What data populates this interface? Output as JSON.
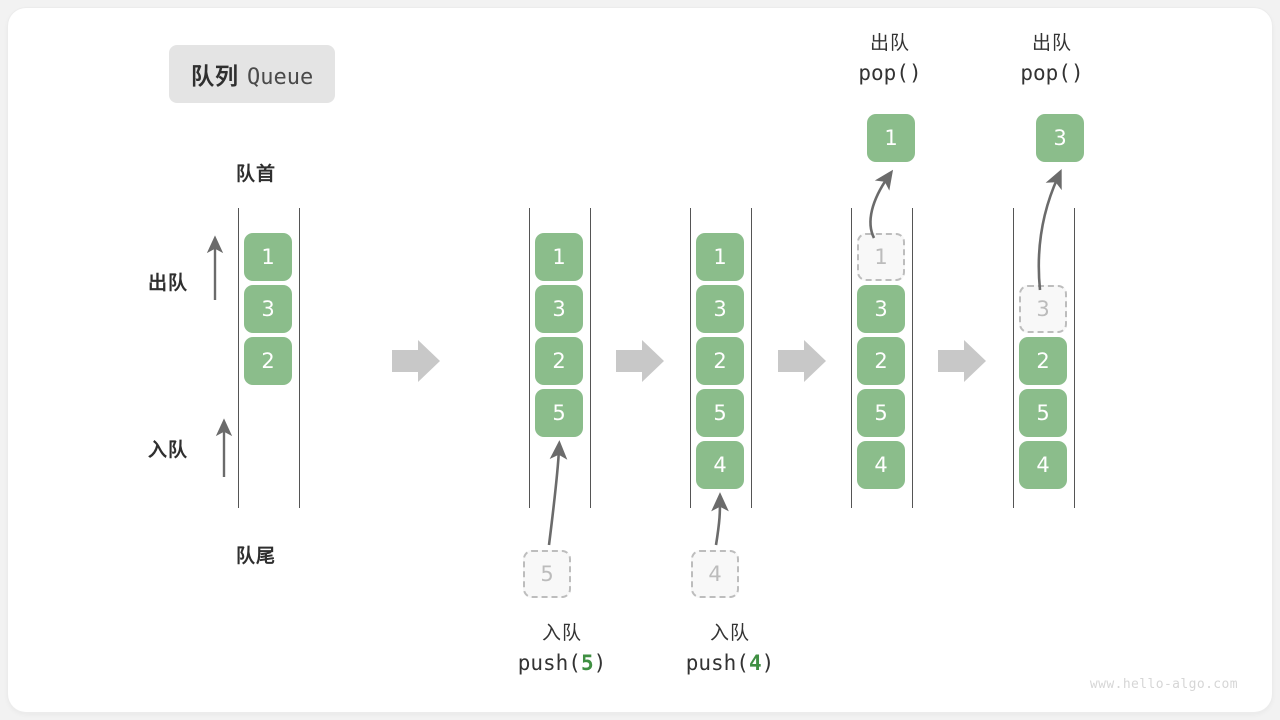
{
  "title": {
    "cn": "队列",
    "en": "Queue"
  },
  "labels": {
    "front": "队首",
    "rear": "队尾",
    "dequeue": "出队",
    "enqueue": "入队"
  },
  "colors": {
    "cell_fill": "#8bbd8b",
    "cell_text": "#ffffff",
    "ghost_fill": "#f8f8f8",
    "ghost_border": "#bdbdbd",
    "ghost_text": "#bcbcbc",
    "rail": "#555555",
    "arrow": "#6b6b6b",
    "step_arrow": "#c8c8c8",
    "badge_bg": "#e4e4e4",
    "accent_green": "#3f8f42",
    "text": "#2f2f2f"
  },
  "columns": [
    {
      "id": "col-initial",
      "cells": [
        "1",
        "3",
        "2"
      ],
      "ghost_index": -1,
      "caption_top": null,
      "caption_bottom": null,
      "floating_cell": null,
      "input_cell": null
    },
    {
      "id": "col-push-5",
      "cells": [
        "1",
        "3",
        "2",
        "5"
      ],
      "ghost_index": -1,
      "caption_top": null,
      "caption_bottom": {
        "cn": "入队",
        "code_prefix": "push(",
        "arg": "5",
        "code_suffix": ")"
      },
      "floating_cell": null,
      "input_cell": "5"
    },
    {
      "id": "col-push-4",
      "cells": [
        "1",
        "3",
        "2",
        "5",
        "4"
      ],
      "ghost_index": -1,
      "caption_top": null,
      "caption_bottom": {
        "cn": "入队",
        "code_prefix": "push(",
        "arg": "4",
        "code_suffix": ")"
      },
      "floating_cell": null,
      "input_cell": "4"
    },
    {
      "id": "col-pop-1",
      "cells": [
        "1",
        "3",
        "2",
        "5",
        "4"
      ],
      "ghost_index": 0,
      "caption_top": {
        "cn": "出队",
        "code_prefix": "pop(",
        "arg": "",
        "code_suffix": ")"
      },
      "caption_bottom": null,
      "floating_cell": "1",
      "input_cell": null
    },
    {
      "id": "col-pop-3",
      "cells": [
        "3",
        "2",
        "5",
        "4"
      ],
      "ghost_index": 0,
      "caption_top": {
        "cn": "出队",
        "code_prefix": "pop(",
        "arg": "",
        "code_suffix": ")"
      },
      "caption_bottom": null,
      "floating_cell": "3",
      "input_cell": null
    }
  ],
  "step_arrows": 4,
  "watermark": "www.hello-algo.com"
}
